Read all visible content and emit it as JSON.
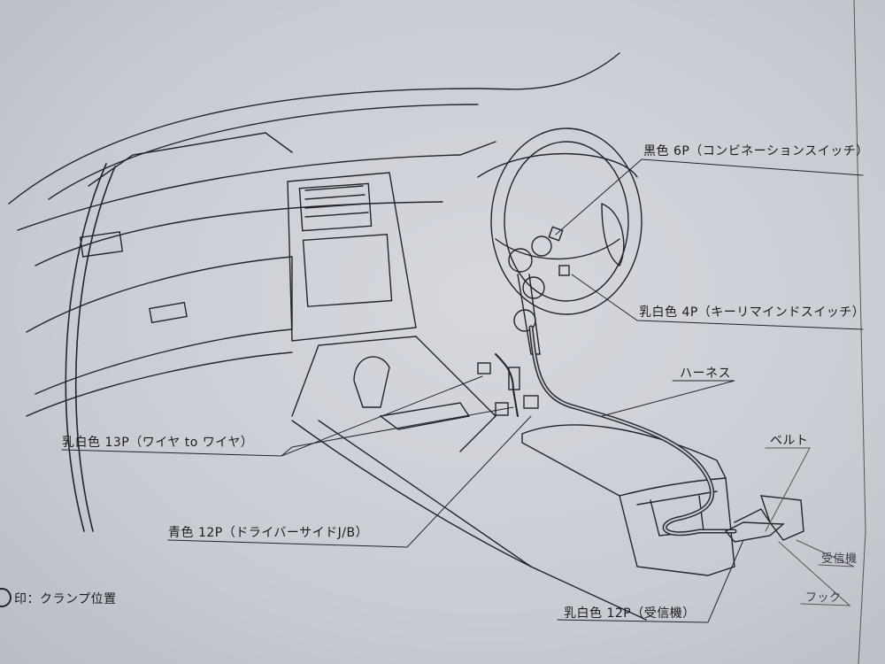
{
  "diagram": {
    "labels": {
      "combination_switch": "黒色 6P（コンビネーションスイッチ）",
      "key_remind_switch": "乳白色 4P（キーリマインドスイッチ）",
      "harness": "ハーネス",
      "belt": "ベルト",
      "wire_to_wire": "乳白色 13P（ワイヤ to ワイヤ）",
      "driver_side_jb": "青色 12P（ドライバーサイドJ/B）",
      "receiver": "受信機",
      "hook": "フック",
      "receiver_connector": "乳白色 12P（受信機）"
    },
    "legend": {
      "clamp_position": "印：クランプ位置"
    }
  },
  "colors": {
    "paper": "#c9ccd3",
    "ink": "#1b1c22"
  }
}
